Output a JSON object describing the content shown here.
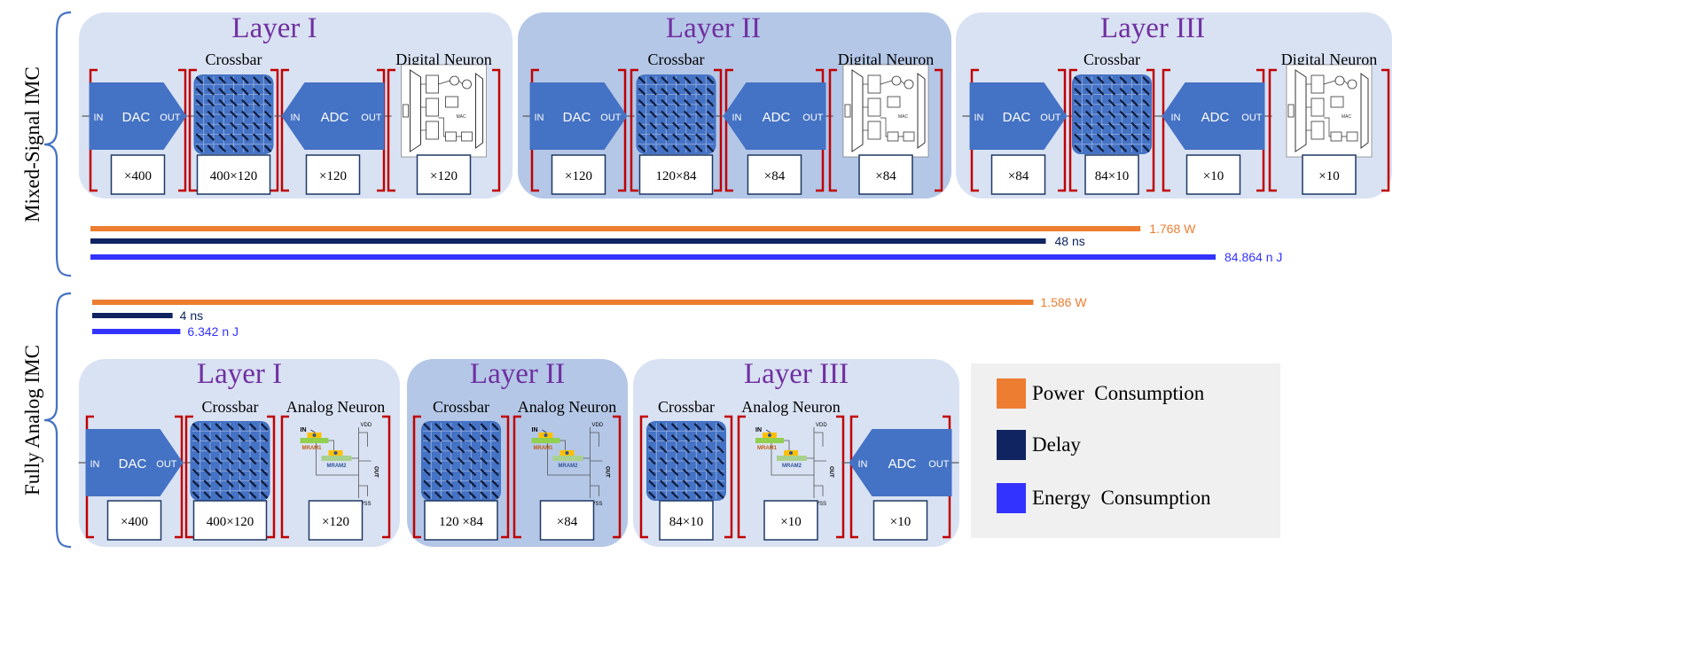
{
  "sections": [
    {
      "label": "Mixed-Signal IMC",
      "layers": [
        {
          "title": "Layer I",
          "components": [
            {
              "kind": "dac",
              "heading": "",
              "count": "×400"
            },
            {
              "kind": "crossbar",
              "heading": "Crossbar",
              "count": "400×120"
            },
            {
              "kind": "adc",
              "heading": "",
              "count": "×120"
            },
            {
              "kind": "digital-neuron",
              "heading": "Digital Neuron",
              "count": "×120"
            }
          ]
        },
        {
          "title": "Layer II",
          "components": [
            {
              "kind": "dac",
              "heading": "",
              "count": "×120"
            },
            {
              "kind": "crossbar",
              "heading": "Crossbar",
              "count": "120×84"
            },
            {
              "kind": "adc",
              "heading": "",
              "count": "×84"
            },
            {
              "kind": "digital-neuron",
              "heading": "Digital Neuron",
              "count": "×84"
            }
          ]
        },
        {
          "title": "Layer III",
          "components": [
            {
              "kind": "dac",
              "heading": "",
              "count": "×84"
            },
            {
              "kind": "crossbar",
              "heading": "Crossbar",
              "count": "84×10"
            },
            {
              "kind": "adc",
              "heading": "",
              "count": "×10"
            },
            {
              "kind": "digital-neuron",
              "heading": "Digital Neuron",
              "count": "×10"
            }
          ]
        }
      ],
      "metrics": [
        {
          "metric": "power",
          "label": "1.768 W",
          "fraction": 0.81
        },
        {
          "metric": "delay",
          "label": "48 ns",
          "fraction": 0.737
        },
        {
          "metric": "energy",
          "label": "84.864 n J",
          "fraction": 0.868
        }
      ]
    },
    {
      "label": "Fully Analog IMC",
      "layers": [
        {
          "title": "Layer I",
          "components": [
            {
              "kind": "dac",
              "heading": "",
              "count": "×400"
            },
            {
              "kind": "crossbar",
              "heading": "Crossbar",
              "count": "400×120"
            },
            {
              "kind": "analog-neuron",
              "heading": "Analog Neuron",
              "count": "×120"
            }
          ]
        },
        {
          "title": "Layer II",
          "components": [
            {
              "kind": "crossbar",
              "heading": "Crossbar",
              "count": "120 ×84"
            },
            {
              "kind": "analog-neuron",
              "heading": "Analog Neuron",
              "count": "×84"
            }
          ]
        },
        {
          "title": "Layer III",
          "components": [
            {
              "kind": "crossbar",
              "heading": "Crossbar",
              "count": "84×10"
            },
            {
              "kind": "analog-neuron",
              "heading": "Analog Neuron",
              "count": "×10"
            },
            {
              "kind": "adc",
              "heading": "",
              "count": "×10"
            }
          ]
        }
      ],
      "metrics": [
        {
          "metric": "power",
          "label": "1.586 W",
          "fraction": 0.726
        },
        {
          "metric": "delay",
          "label": "4 ns",
          "fraction": 0.062
        },
        {
          "metric": "energy",
          "label": "6.342 n J",
          "fraction": 0.068
        }
      ]
    }
  ],
  "block_labels": {
    "dac": "DAC",
    "adc": "ADC",
    "in": "IN",
    "out": "OUT",
    "mram1": "MRAM1",
    "mram2": "MRAM2",
    "vdd": "VDD",
    "vss": "VSS",
    "mac": "MAC"
  },
  "legend": [
    {
      "metric": "power",
      "label": "Power  Consumption",
      "color": "#ED7D31"
    },
    {
      "metric": "delay",
      "label": "Delay",
      "color": "#0F2461"
    },
    {
      "metric": "energy",
      "label": "Energy  Consumption",
      "color": "#3333FF"
    }
  ],
  "colors": {
    "panel": "#D9E2F3",
    "panel_highlight": "#B4C7E7",
    "title": "#7030A0",
    "block": "#4472C4",
    "bracket": "#C00000",
    "brace": "#4472C4",
    "legend_bg": "#F0F0F0"
  }
}
